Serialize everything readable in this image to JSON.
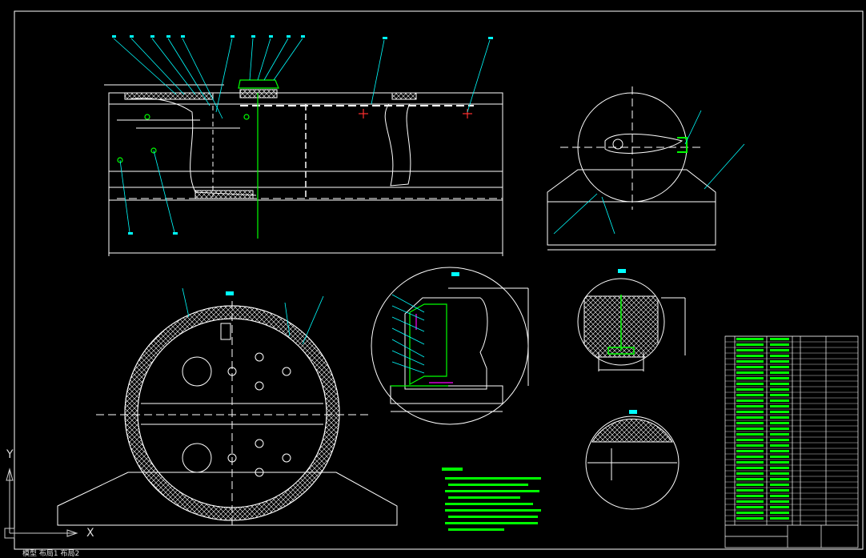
{
  "ucs": {
    "x_label": "X",
    "y_label": "Y"
  },
  "status_bar": {
    "text": "模型 布局1 布局2"
  },
  "section_labels": [
    "C",
    "Y",
    "C",
    "Y"
  ],
  "colors": {
    "background": "#000000",
    "lines": "#ffffff",
    "leaders": "#00ffff",
    "green": "#00ff00",
    "red": "#ff3030",
    "magenta": "#ff00ff",
    "yellow": "#ffff00"
  }
}
